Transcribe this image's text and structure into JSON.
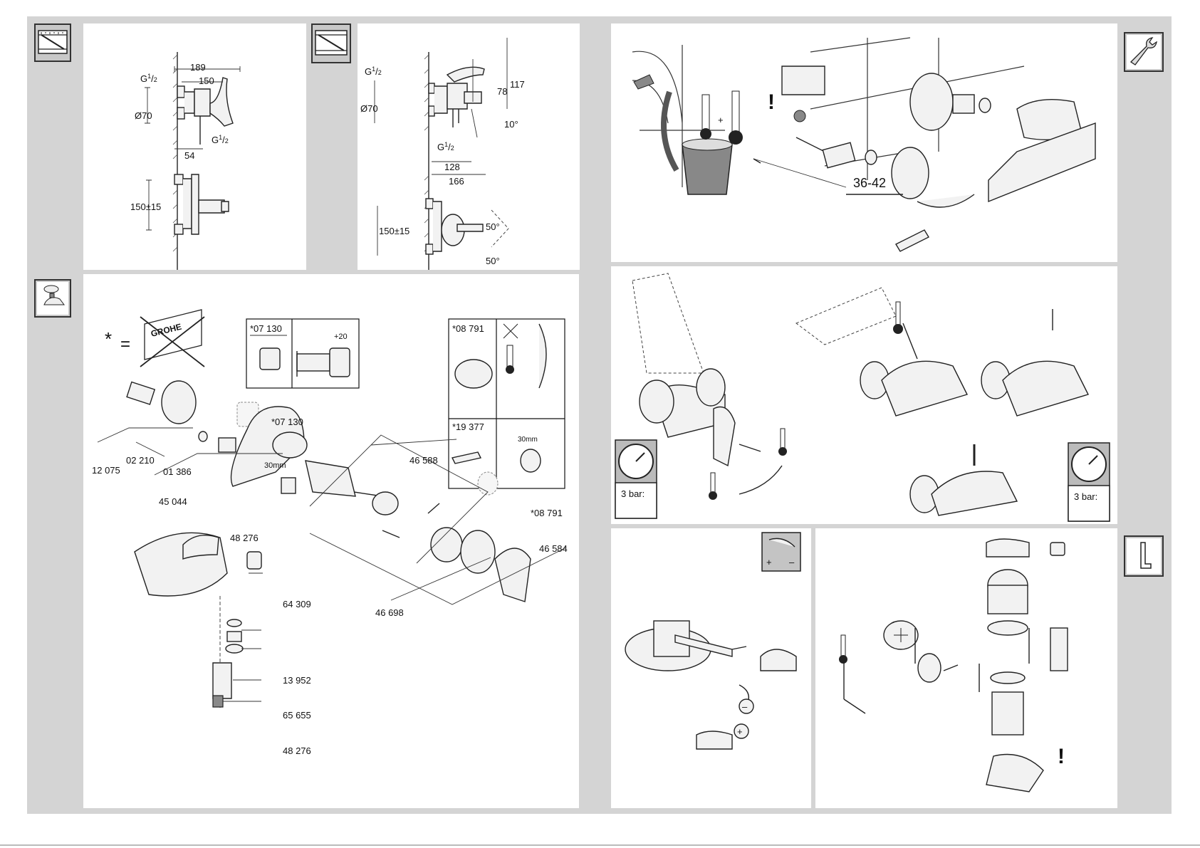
{
  "dims_a": {
    "g_top": "G",
    "g_top_sup": "1",
    "g_top_den": "2",
    "d189": "189",
    "d150": "150",
    "dia70": "Ø70",
    "g_bottom": "G",
    "g_bottom_sup": "1",
    "g_bottom_den": "2",
    "d54": "54",
    "h150": "150±15"
  },
  "dims_b": {
    "g_top": "G",
    "g_top_sup": "1",
    "g_top_den": "2",
    "d117": "117",
    "d78": "78",
    "dia70": "Ø70",
    "angle10": "10°",
    "g_mid": "G",
    "g_mid_sup": "1",
    "g_mid_den": "2",
    "d128": "128",
    "d166": "166",
    "h150": "150±15",
    "a50_top": "50°",
    "a50_bot": "50°"
  },
  "install": {
    "wrench_size": "36-42",
    "plus": "+"
  },
  "parts": {
    "star": "*",
    "equals": "=",
    "logo": "GROHE",
    "box1_code": "*07 130",
    "box1_dim": "+20",
    "box2_code_a": "*08 791",
    "box2_code_b": "*19 377",
    "box2_nut": "30mm",
    "p07130": "*07 130",
    "p12075": "12 075",
    "p02210": "02 210",
    "p01386": "01 386",
    "p30mm": "30mm",
    "p45044": "45 044",
    "p46588": "46 588",
    "p48276a": "48 276",
    "p08791": "*08 791",
    "p46584": "46 584",
    "p46698": "46 698",
    "p64309": "64 309",
    "p13952": "13 952",
    "p65655": "65 655",
    "p48276b": "48 276"
  },
  "pressure": {
    "left": "3 bar:",
    "right": "3 bar:"
  },
  "flow_icon": {
    "plus": "+",
    "minus": "–"
  },
  "temp_adjust": {
    "plus": "+",
    "minus": "–"
  }
}
